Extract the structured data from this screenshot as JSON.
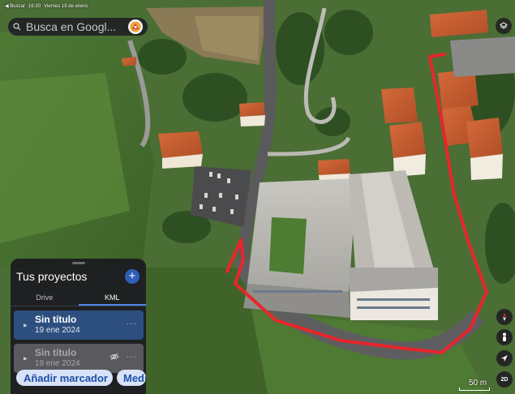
{
  "status_bar": {
    "back_label": "◀ Buscar",
    "time": "16:30",
    "date": "Viernes 19 de enero"
  },
  "search": {
    "placeholder": "Busca en Googl..."
  },
  "panel": {
    "title": "Tus proyectos",
    "tabs": [
      {
        "label": "Drive",
        "active": false
      },
      {
        "label": "KML",
        "active": true
      }
    ],
    "projects": [
      {
        "name": "Sin título",
        "date": "19 ene 2024",
        "visible": true
      },
      {
        "name": "Sin título",
        "date": "19 ene 2024",
        "visible": false
      }
    ]
  },
  "actions": {
    "add_marker": "Añadir marcador",
    "measure": "Medir"
  },
  "controls": {
    "view_mode": "2D",
    "scale": "50 m"
  },
  "map": {
    "type": "satellite-3d",
    "route_color": "#e8262a",
    "route_style": "solid"
  },
  "icons": [
    "search-icon",
    "avatar-icon",
    "layers-icon",
    "plus-icon",
    "caret-right-icon",
    "more-icon",
    "hidden-eye-icon",
    "marker-icon",
    "ruler-icon",
    "compass-icon",
    "person-icon",
    "locate-icon"
  ]
}
